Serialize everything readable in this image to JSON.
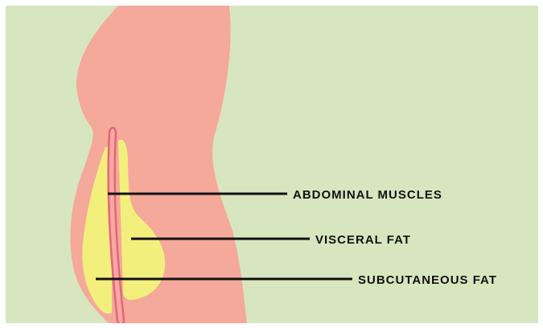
{
  "colors": {
    "background": "#d8e6c0",
    "body": "#f4a99a",
    "fat": "#f3ef7c",
    "muscle_fill": "#f7a9a0",
    "muscle_outline": "#e5657a",
    "leader_line": "#111111",
    "label_text": "#111111"
  },
  "labels": {
    "abdominal_muscles": "ABDOMINAL MUSCLES",
    "visceral_fat": "VISCERAL FAT",
    "subcutaneous_fat": "SUBCUTANEOUS FAT"
  }
}
